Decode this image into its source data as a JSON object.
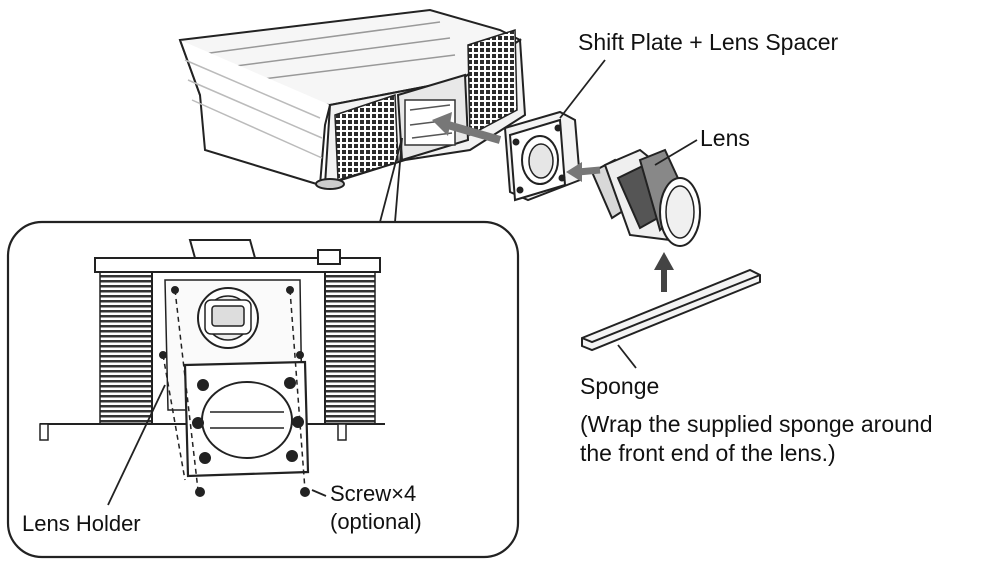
{
  "labels": {
    "shift_plate": "Shift Plate + Lens Spacer",
    "lens": "Lens",
    "sponge": "Sponge",
    "sponge_note_line1": "(Wrap the supplied sponge around",
    "sponge_note_line2": "the front end of the lens.)",
    "lens_holder": "Lens Holder",
    "screw": "Screw×4",
    "screw_note": "(optional)"
  },
  "colors": {
    "line": "#222222",
    "arrow": "#666666",
    "grille": "#333333"
  }
}
